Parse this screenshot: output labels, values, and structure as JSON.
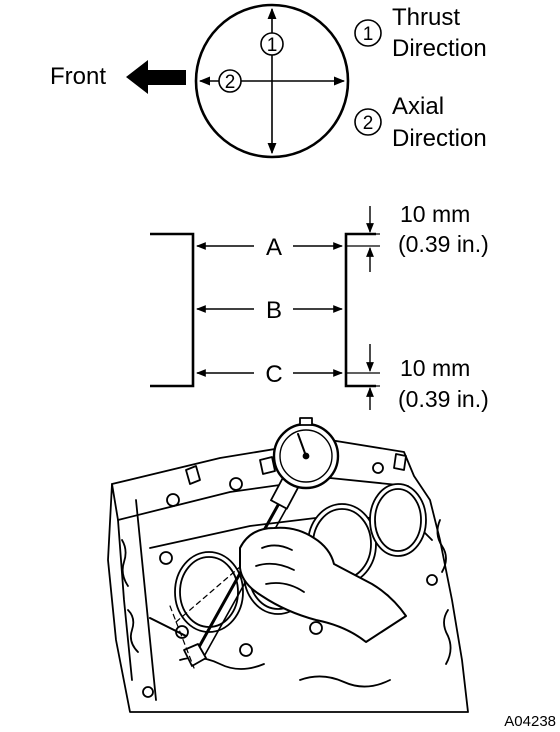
{
  "circle_diagram": {
    "front_label": "Front",
    "marker_1": "1",
    "marker_2": "2",
    "legend": [
      {
        "number": "1",
        "line1": "Thrust",
        "line2": "Direction"
      },
      {
        "number": "2",
        "line1": "Axial",
        "line2": "Direction"
      }
    ]
  },
  "bore_diagram": {
    "positions": [
      "A",
      "B",
      "C"
    ],
    "top_offset": {
      "metric": "10 mm",
      "imperial": "(0.39 in.)"
    },
    "bottom_offset": {
      "metric": "10 mm",
      "imperial": "(0.39 in.)"
    }
  },
  "illustration": {
    "figure_id": "A04238"
  }
}
